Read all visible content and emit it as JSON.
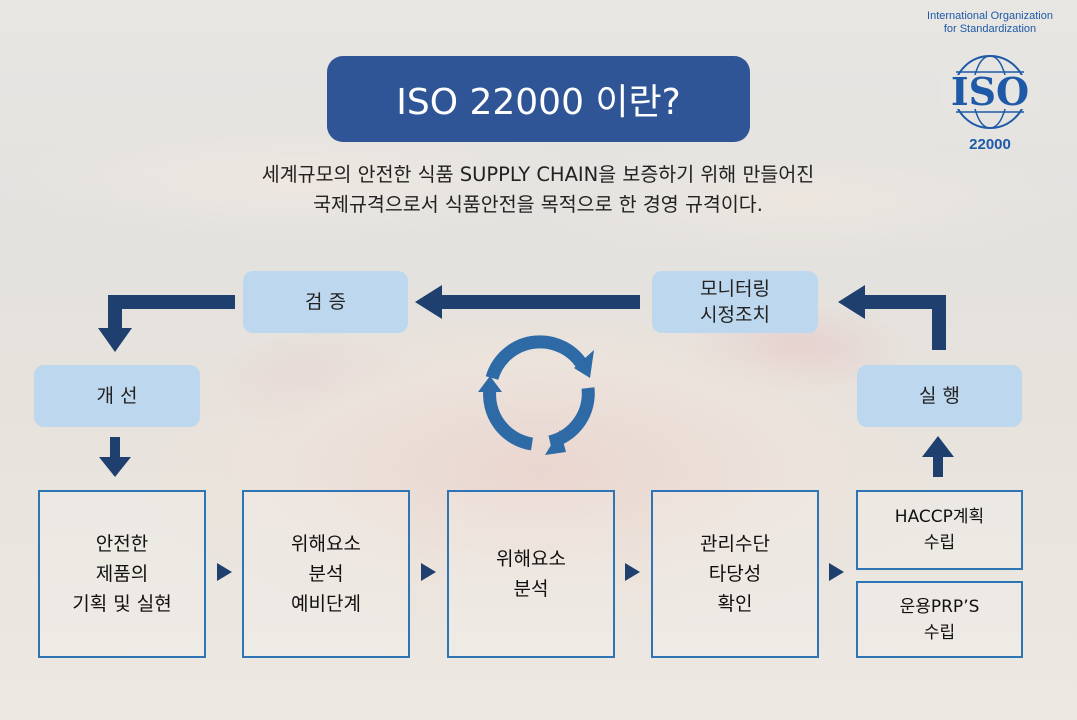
{
  "title": "ISO 22000 이란?",
  "subtitle": [
    "세계규모의 안전한 식품 SUPPLY CHAIN을 보증하기 위해 만들어진",
    "국제규격으로서 식품안전을 목적으로 한 경영 규격이다."
  ],
  "logo": {
    "arc_text": "International Organization for Standardization",
    "mark": "ISO",
    "number": "22000"
  },
  "cycle": {
    "verify": "검 증",
    "monitor": "모니터링\n시정조치",
    "improve": "개 선",
    "execute": "실 행"
  },
  "steps": [
    "안전한\n제품의\n기획 및 실현",
    "위해요소\n분석\n예비단계",
    "위해요소\n분석",
    "관리수단\n타당성\n확인"
  ],
  "final_steps": [
    "HACCP계획\n수립",
    "운용PRP’S\n수립"
  ],
  "colors": {
    "title_bg": "#2f5597",
    "pill_bg": "#bdd7ee",
    "box_border": "#2e75b6",
    "arrow": "#1f3f6e",
    "cycle_icon": "#2e6aa6"
  }
}
